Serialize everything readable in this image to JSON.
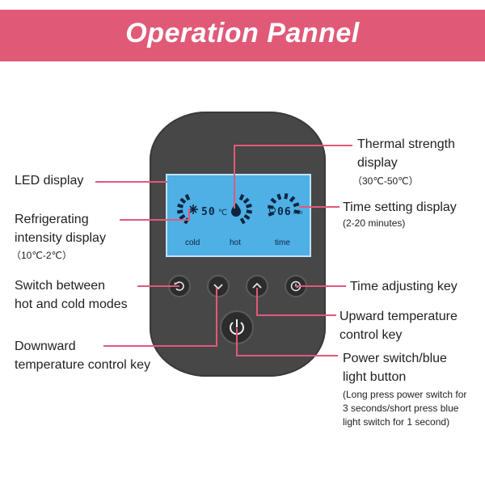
{
  "banner": {
    "title": "Operation Pannel",
    "color": "#e05a78"
  },
  "lcd": {
    "cold_label": "cold",
    "hot_label": "hot",
    "time_label": "time",
    "temp_value": "50",
    "temp_unit": "℃",
    "time_value": "06",
    "time_unit": "min",
    "background_color": "#4fb0e6"
  },
  "buttons": [
    {
      "name": "switch-mode-button",
      "icon": "cycle-icon"
    },
    {
      "name": "down-button",
      "icon": "chevron-down-icon"
    },
    {
      "name": "up-button",
      "icon": "chevron-up-icon"
    },
    {
      "name": "time-button",
      "icon": "clock-icon"
    },
    {
      "name": "power-button",
      "icon": "power-icon"
    }
  ],
  "labels": {
    "led_display": "LED display",
    "refrigerating_line1": "Refrigerating",
    "refrigerating_line2": "intensity display",
    "refrigerating_range": "（10℃-2℃）",
    "switch_line1": "Switch between",
    "switch_line2": "hot and cold modes",
    "downward_line1": "Downward",
    "downward_line2": "temperature control key",
    "thermal_line1": "Thermal strength",
    "thermal_line2": "display",
    "thermal_range": "（30℃-50℃）",
    "time_setting": "Time setting display",
    "time_setting_range": "(2-20 minutes)",
    "time_adjusting": "Time adjusting key",
    "upward_line1": "Upward temperature",
    "upward_line2": "control key",
    "power_line1": "Power switch/blue",
    "power_line2": "light button",
    "power_note": "(Long press power switch for 3 seconds/short press blue light switch for 1 second)"
  },
  "line_color": "#e05a78"
}
